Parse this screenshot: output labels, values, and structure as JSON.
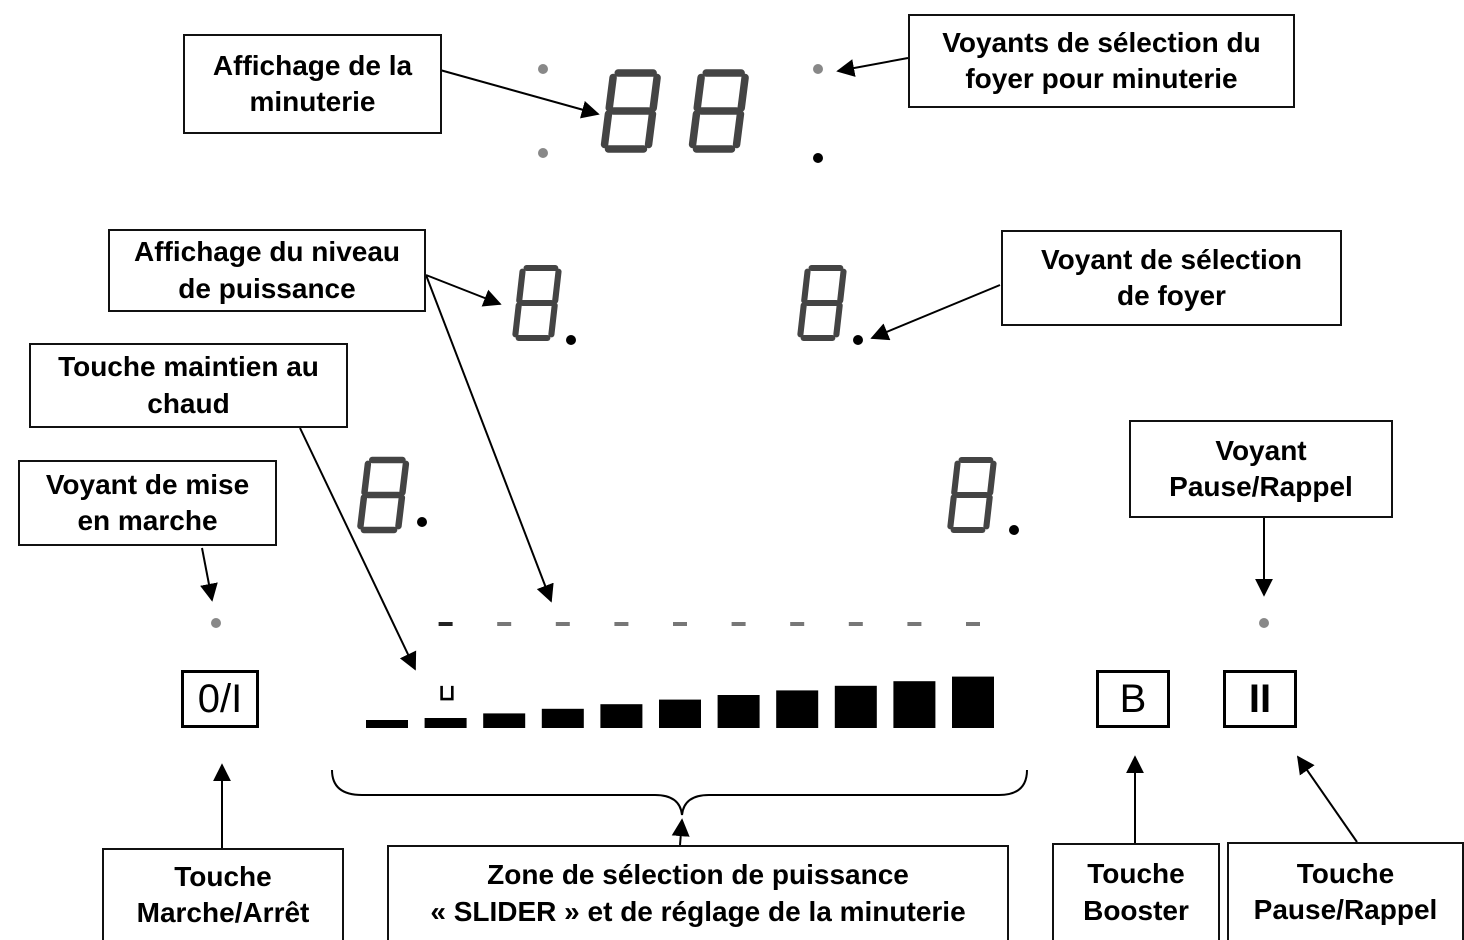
{
  "labels": {
    "timer_display": "Affichage de la\nminuterie",
    "timer_zone_leds": "Voyants de sélection du\nfoyer pour minuterie",
    "power_display": "Affichage du niveau\nde puissance",
    "zone_led": "Voyant de sélection\nde foyer",
    "keep_warm": "Touche maintien au\nchaud",
    "power_on_led": "Voyant de mise\nen marche",
    "pause_led": "Voyant\nPause/Rappel",
    "on_off_key": "Touche\nMarche/Arrêt",
    "slider_zone": "Zone de sélection de puissance\n« SLIDER » et de réglage de la minuterie",
    "booster_key": "Touche\nBooster",
    "pause_key": "Touche\nPause/Rappel"
  },
  "keys": {
    "on_off": "0/I",
    "booster": "B",
    "pause": "II"
  },
  "timer_digits": "88",
  "slider": {
    "levels": 11,
    "keep_warm_symbol": "⊔"
  },
  "colors": {
    "led_off": "#888888",
    "led_on": "#000000",
    "segment": "#444444",
    "ink": "#000000"
  }
}
